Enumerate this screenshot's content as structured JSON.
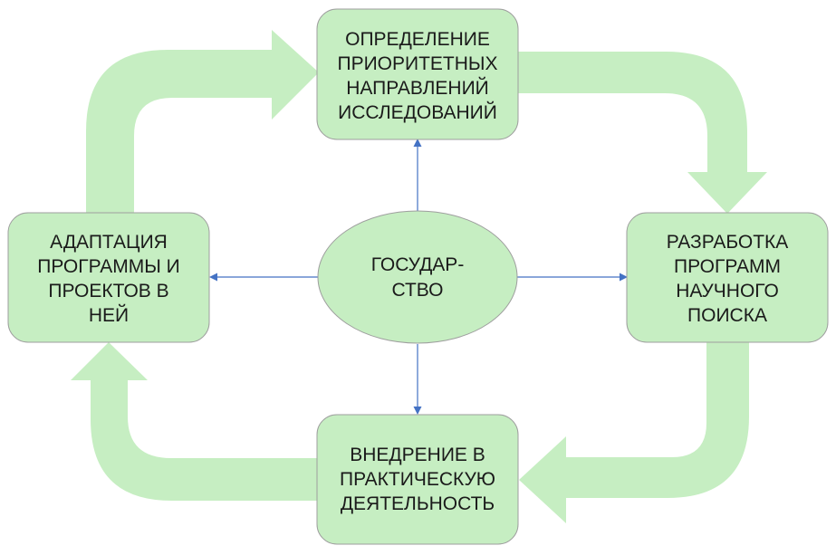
{
  "colors": {
    "node_fill": "#c6eec2",
    "node_border": "#9e9e9e",
    "cycle_arrow": "#c6eec2",
    "link_arrow": "#4472c4"
  },
  "center": {
    "lines": [
      "ГОСУДАР-",
      "СТВО"
    ]
  },
  "nodes": {
    "top": {
      "lines": [
        "ОПРЕДЕЛЕНИЕ",
        "ПРИОРИТЕТНЫХ",
        "НАПРАВЛЕНИЙ",
        "ИССЛЕДОВАНИЙ"
      ]
    },
    "right": {
      "lines": [
        "РАЗРАБОТКА",
        "ПРОГРАММ",
        "НАУЧНОГО",
        "ПОИСКА"
      ]
    },
    "bottom": {
      "lines": [
        "ВНЕДРЕНИЕ В",
        "ПРАКТИЧЕСКУЮ",
        "ДЕЯТЕЛЬНОСТЬ"
      ]
    },
    "left": {
      "lines": [
        "АДАПТАЦИЯ",
        "ПРОГРАММЫ И",
        "ПРОЕКТОВ В",
        "НЕЙ"
      ]
    }
  },
  "cycle_order": [
    "top",
    "right",
    "bottom",
    "left"
  ],
  "links_from_center": [
    "top",
    "right",
    "bottom",
    "left"
  ]
}
